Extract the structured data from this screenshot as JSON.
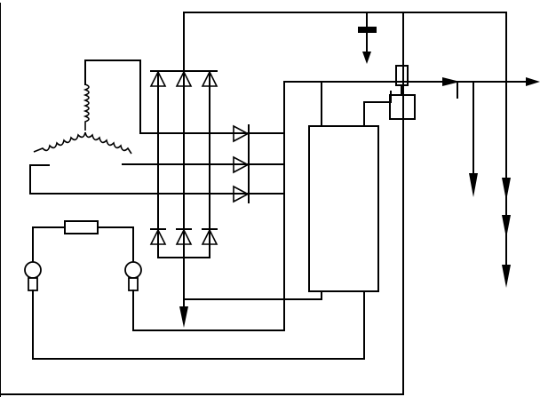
{
  "diagram": {
    "colors": {
      "line": "#000000",
      "background": "#ffffff"
    },
    "components": [
      {
        "id": "stator-winding",
        "icon": "three-phase-y-winding-icon"
      },
      {
        "id": "upper-bridge-diodes",
        "icon": "diode-icon",
        "count": 3
      },
      {
        "id": "lower-bridge-diodes",
        "icon": "diode-icon",
        "count": 3
      },
      {
        "id": "field-diodes",
        "icon": "diode-icon",
        "count": 3
      },
      {
        "id": "voltage-regulator",
        "icon": "rectangle-block-icon"
      },
      {
        "id": "resistor",
        "icon": "resistor-icon"
      },
      {
        "id": "indicator-lamps",
        "icon": "lamp-icon",
        "count": 2
      },
      {
        "id": "sensor-block",
        "icon": "sensor-icon"
      },
      {
        "id": "ground",
        "icon": "ground-icon"
      },
      {
        "id": "output-arrows",
        "icon": "arrow-icon",
        "count": 6
      }
    ]
  }
}
